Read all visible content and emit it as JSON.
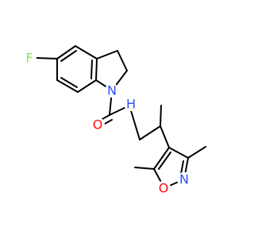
{
  "molecule": {
    "atoms": {
      "fluorine": {
        "symbol": "F",
        "color": "#90e050"
      },
      "indoline_nitrogen": {
        "symbol": "N",
        "color": "#3050f8"
      },
      "carbonyl_oxygen": {
        "symbol": "O",
        "color": "#ff0d0d"
      },
      "amide_nh": {
        "symbol": "H",
        "color": "#3050f8"
      },
      "isoxazole_nitrogen": {
        "symbol": "N",
        "color": "#3050f8"
      },
      "isoxazole_oxygen": {
        "symbol": "O",
        "color": "#ff0d0d"
      }
    },
    "bond_color": "#000000"
  }
}
